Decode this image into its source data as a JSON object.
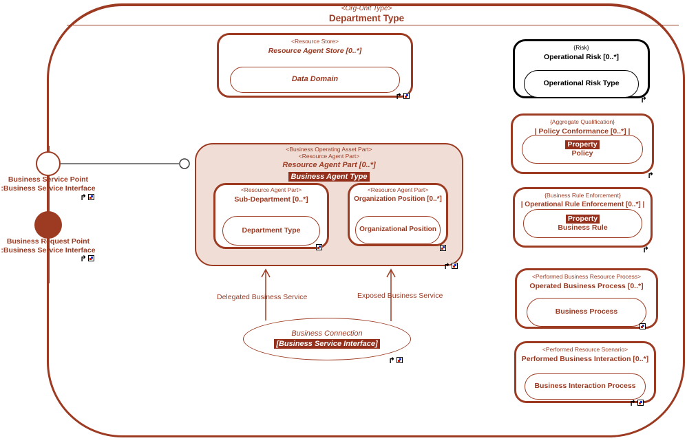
{
  "title": {
    "stereotype": "<Org-Unit Type>",
    "name": "Department Type"
  },
  "icons": {
    "navigate": "↱"
  },
  "ports": {
    "service": {
      "name": "Business Service Point",
      "interface": ":Business Service Interface"
    },
    "request": {
      "name": "Business Request Point",
      "interface": ":Business Service Interface"
    }
  },
  "nodes": {
    "resource_store": {
      "stereotype": "<Resource Store>",
      "name": "Resource Agent Store [0..*]",
      "inner": "Data Domain"
    },
    "risk": {
      "stereotype": "{Risk}",
      "name": "Operational Risk [0..*]",
      "inner": "Operational Risk Type"
    },
    "agent_part": {
      "stereotype1": "<Business Operating Asset Part>",
      "stereotype2": "<Resource Agent Part>",
      "name": "Resource Agent Part [0..*]",
      "highlight": "Business Agent Type"
    },
    "sub_department": {
      "stereotype": "<Resource Agent Part>",
      "name": "Sub-Department [0..*]",
      "inner": "Department Type"
    },
    "org_position": {
      "stereotype": "<Resource Agent Part>",
      "name": "Organization Position [0..*]",
      "inner": "Organizational Position"
    },
    "policy": {
      "stereotype": "{Aggregate Qualification}",
      "name": "| Policy Conformance [0..*] |",
      "property": "Property",
      "inner": "Policy"
    },
    "business_rule": {
      "stereotype": "{Business Rule Enforcement}",
      "name": "| Operational Rule Enforcement [0..*] |",
      "property": "Property",
      "inner": "Business Rule"
    },
    "business_process": {
      "stereotype": "<Performed Business Resource Process>",
      "name": "Operated Business Process [0..*]",
      "inner": "Business Process"
    },
    "business_interaction": {
      "stereotype": "<Performed Resource Scenario>",
      "name": "Performed Business Interaction [0..*]",
      "inner": "Business Interaction Process"
    },
    "connection": {
      "name": "Business Connection",
      "highlight": "[Business Service Interface]"
    }
  },
  "edges": {
    "delegated": "Delegated Business Service",
    "exposed": "Exposed Business Service"
  },
  "colors": {
    "brick": "#9C3A22",
    "pink_fill": "#F0DED6",
    "highlight_bg": "#932F1B",
    "risk_black": "#000000",
    "connector_gray": "#7F7F7F"
  }
}
